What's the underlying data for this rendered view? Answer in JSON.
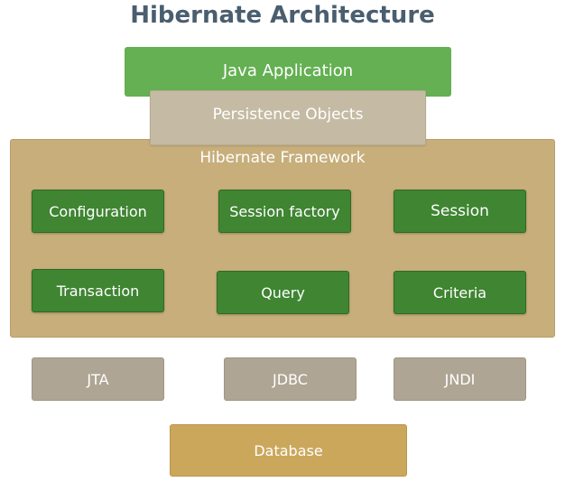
{
  "title": "Hibernate Architecture",
  "java_application": "Java Application",
  "persistence_objects": "Persistence Objects",
  "framework": {
    "label": "Hibernate Framework",
    "components": [
      "Configuration",
      "Session factory",
      "Session",
      "Transaction",
      "Query",
      "Criteria"
    ]
  },
  "libraries": [
    "JTA",
    "JDBC",
    "JNDI"
  ],
  "database": "Database",
  "colors": {
    "title": "#4a5e6f",
    "java_application": "#64b052",
    "persistence_objects": "#c5bba4",
    "framework": "#c7ae7b",
    "component": "#3f8532",
    "library": "#aea594",
    "database": "#cba75c"
  }
}
